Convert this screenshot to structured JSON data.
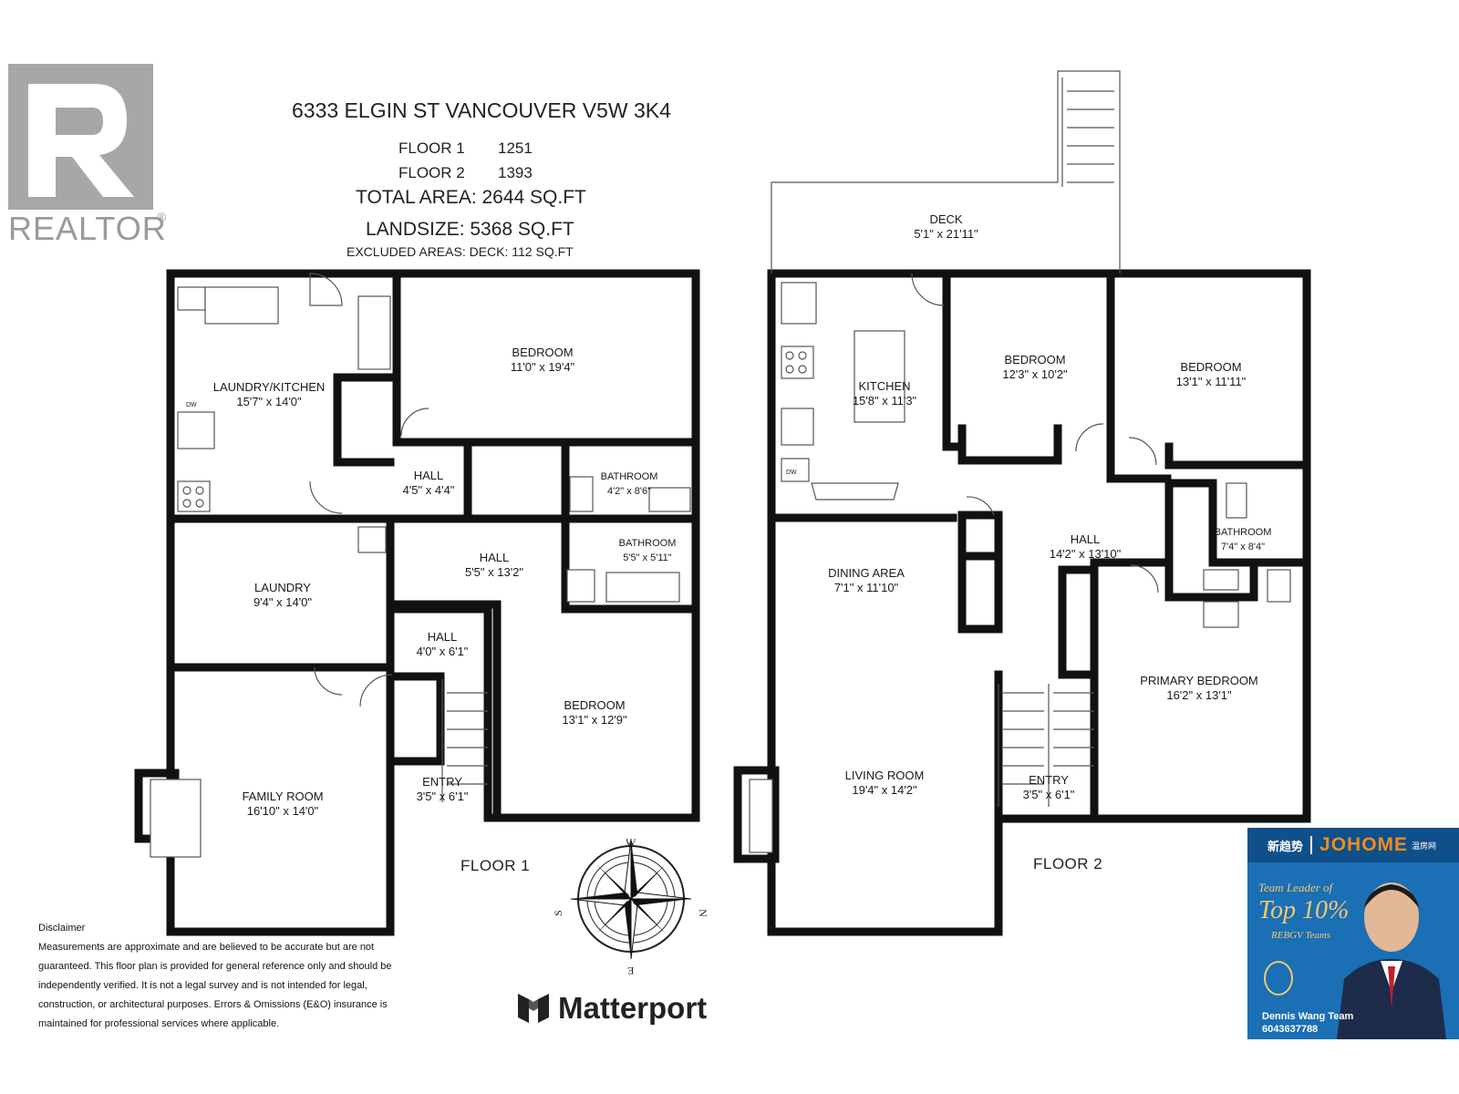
{
  "realtor_logo": {
    "text": "REALTOR",
    "mark": "R",
    "registered": "®"
  },
  "header": {
    "address": "6333 ELGIN ST VANCOUVER V5W 3K4",
    "floor1_label": "FLOOR 1",
    "floor1_value": "1251",
    "floor2_label": "FLOOR 2",
    "floor2_value": "1393",
    "total_area": "TOTAL AREA: 2644 SQ.FT",
    "landsize": "LANDSIZE: 5368 SQ.FT",
    "excluded": "EXCLUDED AREAS:  DECK: 112 SQ.FT"
  },
  "floor1": {
    "label": "FLOOR 1",
    "rooms": [
      {
        "name": "LAUNDRY/KITCHEN",
        "dims": "15'7\" x 14'0\""
      },
      {
        "name": "BEDROOM",
        "dims": "11'0\" x 19'4\""
      },
      {
        "name": "HALL",
        "dims": "4'5\" x 4'4\""
      },
      {
        "name": "BATHROOM",
        "dims": "4'2\" x 8'6\""
      },
      {
        "name": "HALL",
        "dims": "5'5\" x 13'2\""
      },
      {
        "name": "BATHROOM",
        "dims": "5'5\" x 5'11\""
      },
      {
        "name": "LAUNDRY",
        "dims": "9'4\" x 14'0\""
      },
      {
        "name": "HALL",
        "dims": "4'0\" x 6'1\""
      },
      {
        "name": "BEDROOM",
        "dims": "13'1\" x 12'9\""
      },
      {
        "name": "ENTRY",
        "dims": "3'5\" x 6'1\""
      },
      {
        "name": "FAMILY ROOM",
        "dims": "16'10\" x 14'0\""
      }
    ]
  },
  "floor2": {
    "label": "FLOOR 2",
    "rooms": [
      {
        "name": "DECK",
        "dims": "5'1\" x 21'11\""
      },
      {
        "name": "KITCHEN",
        "dims": "15'8\" x 11'3\""
      },
      {
        "name": "BEDROOM",
        "dims": "12'3\" x 10'2\""
      },
      {
        "name": "BEDROOM",
        "dims": "13'1\" x 11'11\""
      },
      {
        "name": "HALL",
        "dims": "14'2\" x 13'10\""
      },
      {
        "name": "BATHROOM",
        "dims": "7'4\" x 8'4\""
      },
      {
        "name": "DINING AREA",
        "dims": "7'1\" x 11'10\""
      },
      {
        "name": "PRIMARY BEDROOM",
        "dims": "16'2\" x 13'1\""
      },
      {
        "name": "LIVING ROOM",
        "dims": "19'4\" x 14'2\""
      },
      {
        "name": "ENTRY",
        "dims": "3'5\" x 6'1\""
      }
    ]
  },
  "appliance_labels": {
    "dw": "DW"
  },
  "compass": {
    "n": "N",
    "s": "S",
    "e": "E",
    "w": "W"
  },
  "disclaimer": {
    "title": "Disclaimer",
    "body": "Measurements are approximate and are believed to be accurate but are not guaranteed. This floor plan is provided for general reference only and should be independently verified. It is not a legal survey and is not intended for legal, construction, or architectural purposes. Errors & Omissions (E&O) insurance is maintained for professional services where applicable."
  },
  "matterport": {
    "name": "Matterport"
  },
  "agent_card": {
    "brand_left": "新趋势",
    "brand_right": "JOHOME",
    "brand_cn": "温房网",
    "line1": "Team Leader of",
    "line2": "Top 10%",
    "line3": "REBGV Teams",
    "name": "Dennis Wang Team",
    "phone": "6043637788",
    "colors": {
      "bg": "#1a6fb5",
      "accent": "#f28c1e"
    }
  }
}
